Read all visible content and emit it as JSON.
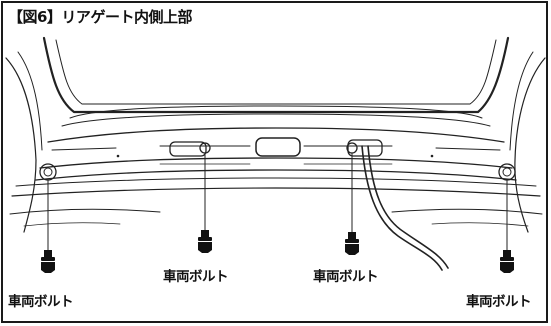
{
  "figure": {
    "title": "【図6】リアゲート内側上部"
  },
  "callouts": {
    "bolt_left": "車両ボルト",
    "bolt_center_left": "車両ボルト",
    "bolt_center_right": "車両ボルト",
    "bolt_right": "車両ボルト"
  },
  "icons": {
    "bolt": "bolt-icon",
    "wire": "wire-harness"
  }
}
